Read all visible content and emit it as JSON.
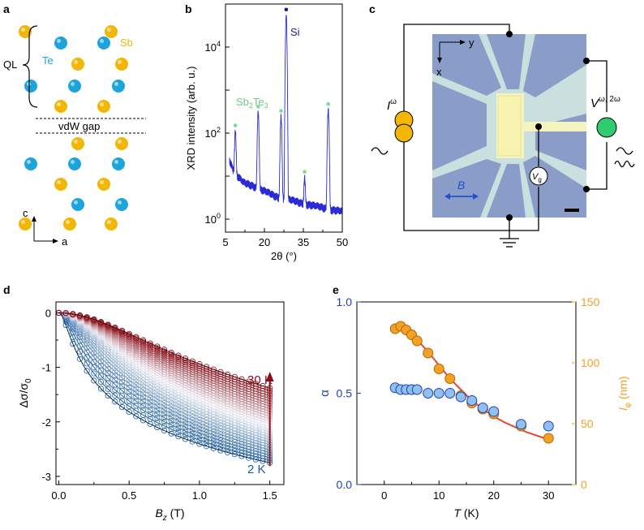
{
  "colors": {
    "sb_yellow": "#f2b705",
    "te_blue": "#1ea4dc",
    "xrd_blue": "#2a2ad6",
    "peak_green": "#7ed99a",
    "si_navy": "#1b1b8c",
    "alpha_blue": "#1f3fbf",
    "alpha_fill": "#8fc0ee",
    "lphi_orange": "#f4a025",
    "fit_red": "#e64538",
    "accent_green": "#2ecc71",
    "device_bg": "#c9e0de",
    "device_arm": "#8a9dc9",
    "device_channel": "#f5f3c0",
    "red_dark": "#8b0c16",
    "blue_dark": "#1a5b9c"
  },
  "panel_a": {
    "label": "a",
    "sb_label": "Sb",
    "te_label": "Te",
    "ql_label": "QL",
    "gap_label": "vdW gap",
    "axis_c": "c",
    "axis_a": "a"
  },
  "panel_b": {
    "label": "b",
    "si_label": "Si",
    "phase_label": {
      "base": "Sb",
      "sub1": "2",
      "mid": "Te",
      "sub2": "3"
    }
  },
  "panel_c": {
    "label": "c",
    "axis_y": "y",
    "axis_x": "x",
    "current_symbol": "I",
    "current_superscript": "ω",
    "voltage_symbol": "V",
    "voltage_superscript": "ω, 2ω",
    "field_label": "B",
    "gate_symbol": "V",
    "gate_subscript": "g"
  },
  "panel_d": {
    "label": "d",
    "temp_high_label": "30 K",
    "temp_low_label": "2 K"
  },
  "panel_e": {
    "label": "e"
  },
  "chart_data": [
    {
      "id": "xrd",
      "type": "line",
      "xlabel": "2θ (°)",
      "ylabel": "XRD intensity (arb. u.)",
      "x_ticks": [
        5,
        20,
        35,
        50
      ],
      "x_minor": [
        12.5,
        27.5,
        42.5
      ],
      "xlim": [
        5,
        50
      ],
      "y_scale": "log",
      "ylim": [
        0.5,
        100000
      ],
      "y_ticks": [
        {
          "value": 1,
          "label": "10",
          "exp": "0"
        },
        {
          "value": 100,
          "label": "10",
          "exp": "2"
        },
        {
          "value": 10000,
          "label": "10",
          "exp": "4"
        }
      ],
      "baseline": [
        [
          6.5,
          25
        ],
        [
          8.5,
          12
        ],
        [
          12,
          7
        ],
        [
          16,
          6
        ],
        [
          20,
          4.5
        ],
        [
          24,
          3.5
        ],
        [
          28,
          3
        ],
        [
          32,
          2.6
        ],
        [
          36,
          2.3
        ],
        [
          40,
          2
        ],
        [
          44,
          1.8
        ],
        [
          48,
          1.6
        ],
        [
          50,
          1.5
        ]
      ],
      "peaks": [
        {
          "x": 8.8,
          "height": 100,
          "width": 0.3,
          "marker": "green"
        },
        {
          "x": 17.6,
          "height": 300,
          "width": 0.3,
          "marker": "green"
        },
        {
          "x": 26.4,
          "height": 240,
          "width": 0.3,
          "marker": "green"
        },
        {
          "x": 28.4,
          "height": 55000,
          "width": 0.25,
          "marker": "navy"
        },
        {
          "x": 35.5,
          "height": 7,
          "width": 0.3,
          "marker": "green"
        },
        {
          "x": 44.6,
          "height": 350,
          "width": 0.3,
          "marker": "green"
        }
      ]
    },
    {
      "id": "magnetoconductance",
      "type": "line",
      "xlabel": "B",
      "xlabel_sub": "z",
      "xlabel_unit": " (T)",
      "ylabel": "Δσ/σ",
      "ylabel_sub": "0",
      "xlim": [
        -0.02,
        1.6
      ],
      "ylim": [
        -3.15,
        0.2
      ],
      "x_ticks": [
        0.0,
        0.5,
        1.0,
        1.5
      ],
      "x_tick_labels": [
        "0.0",
        "0.5",
        "1.0",
        "1.5"
      ],
      "y_ticks": [
        0,
        -1,
        -2,
        -3
      ],
      "y_tick_labels": [
        "0",
        "-1",
        "-2",
        "-3"
      ],
      "series_count": 30,
      "end_value_2K": -2.75,
      "end_value_30K": -1.38,
      "field_step_T": 0.05
    },
    {
      "id": "alpha_lphi",
      "type": "scatter",
      "xlabel": "T",
      "xlabel_unit": " (K)",
      "ylabel_left": "α",
      "ylabel_right": "l",
      "ylabel_right_sub": "φ",
      "ylabel_right_unit": " (nm)",
      "xlim": [
        -5,
        35
      ],
      "ylim_left": [
        0.0,
        1.0
      ],
      "ylim_right": [
        0,
        150
      ],
      "x_ticks": [
        0,
        10,
        20,
        30
      ],
      "y_left_ticks": [
        0.0,
        0.5,
        1.0
      ],
      "y_left_tick_labels": [
        "0.0",
        "0.5",
        "1.0"
      ],
      "y_right_ticks": [
        0,
        50,
        100,
        150
      ],
      "y_right_tick_labels": [
        "0",
        "50",
        "100",
        "150"
      ],
      "series": [
        {
          "axis": "left",
          "T": [
            2,
            3,
            4,
            5,
            6,
            8,
            10,
            12,
            14,
            16,
            18,
            20,
            25,
            30
          ],
          "values": [
            0.53,
            0.52,
            0.52,
            0.52,
            0.52,
            0.5,
            0.5,
            0.5,
            0.48,
            0.46,
            0.42,
            0.4,
            0.33,
            0.32
          ]
        },
        {
          "axis": "right",
          "T": [
            2,
            3,
            4,
            5,
            6,
            8,
            10,
            12,
            14,
            16,
            18,
            20,
            25,
            30
          ],
          "values": [
            128,
            130,
            127,
            123,
            118,
            108,
            95,
            87,
            73,
            67,
            62,
            58,
            48,
            38
          ]
        }
      ],
      "fit": {
        "T": [
          2,
          4,
          6,
          8,
          10,
          12,
          14,
          16,
          18,
          20,
          22,
          24,
          26,
          28,
          30
        ],
        "values": [
          129,
          126,
          119,
          109,
          98,
          87,
          78,
          69,
          62,
          56,
          51,
          47,
          43,
          40,
          37
        ]
      }
    }
  ]
}
